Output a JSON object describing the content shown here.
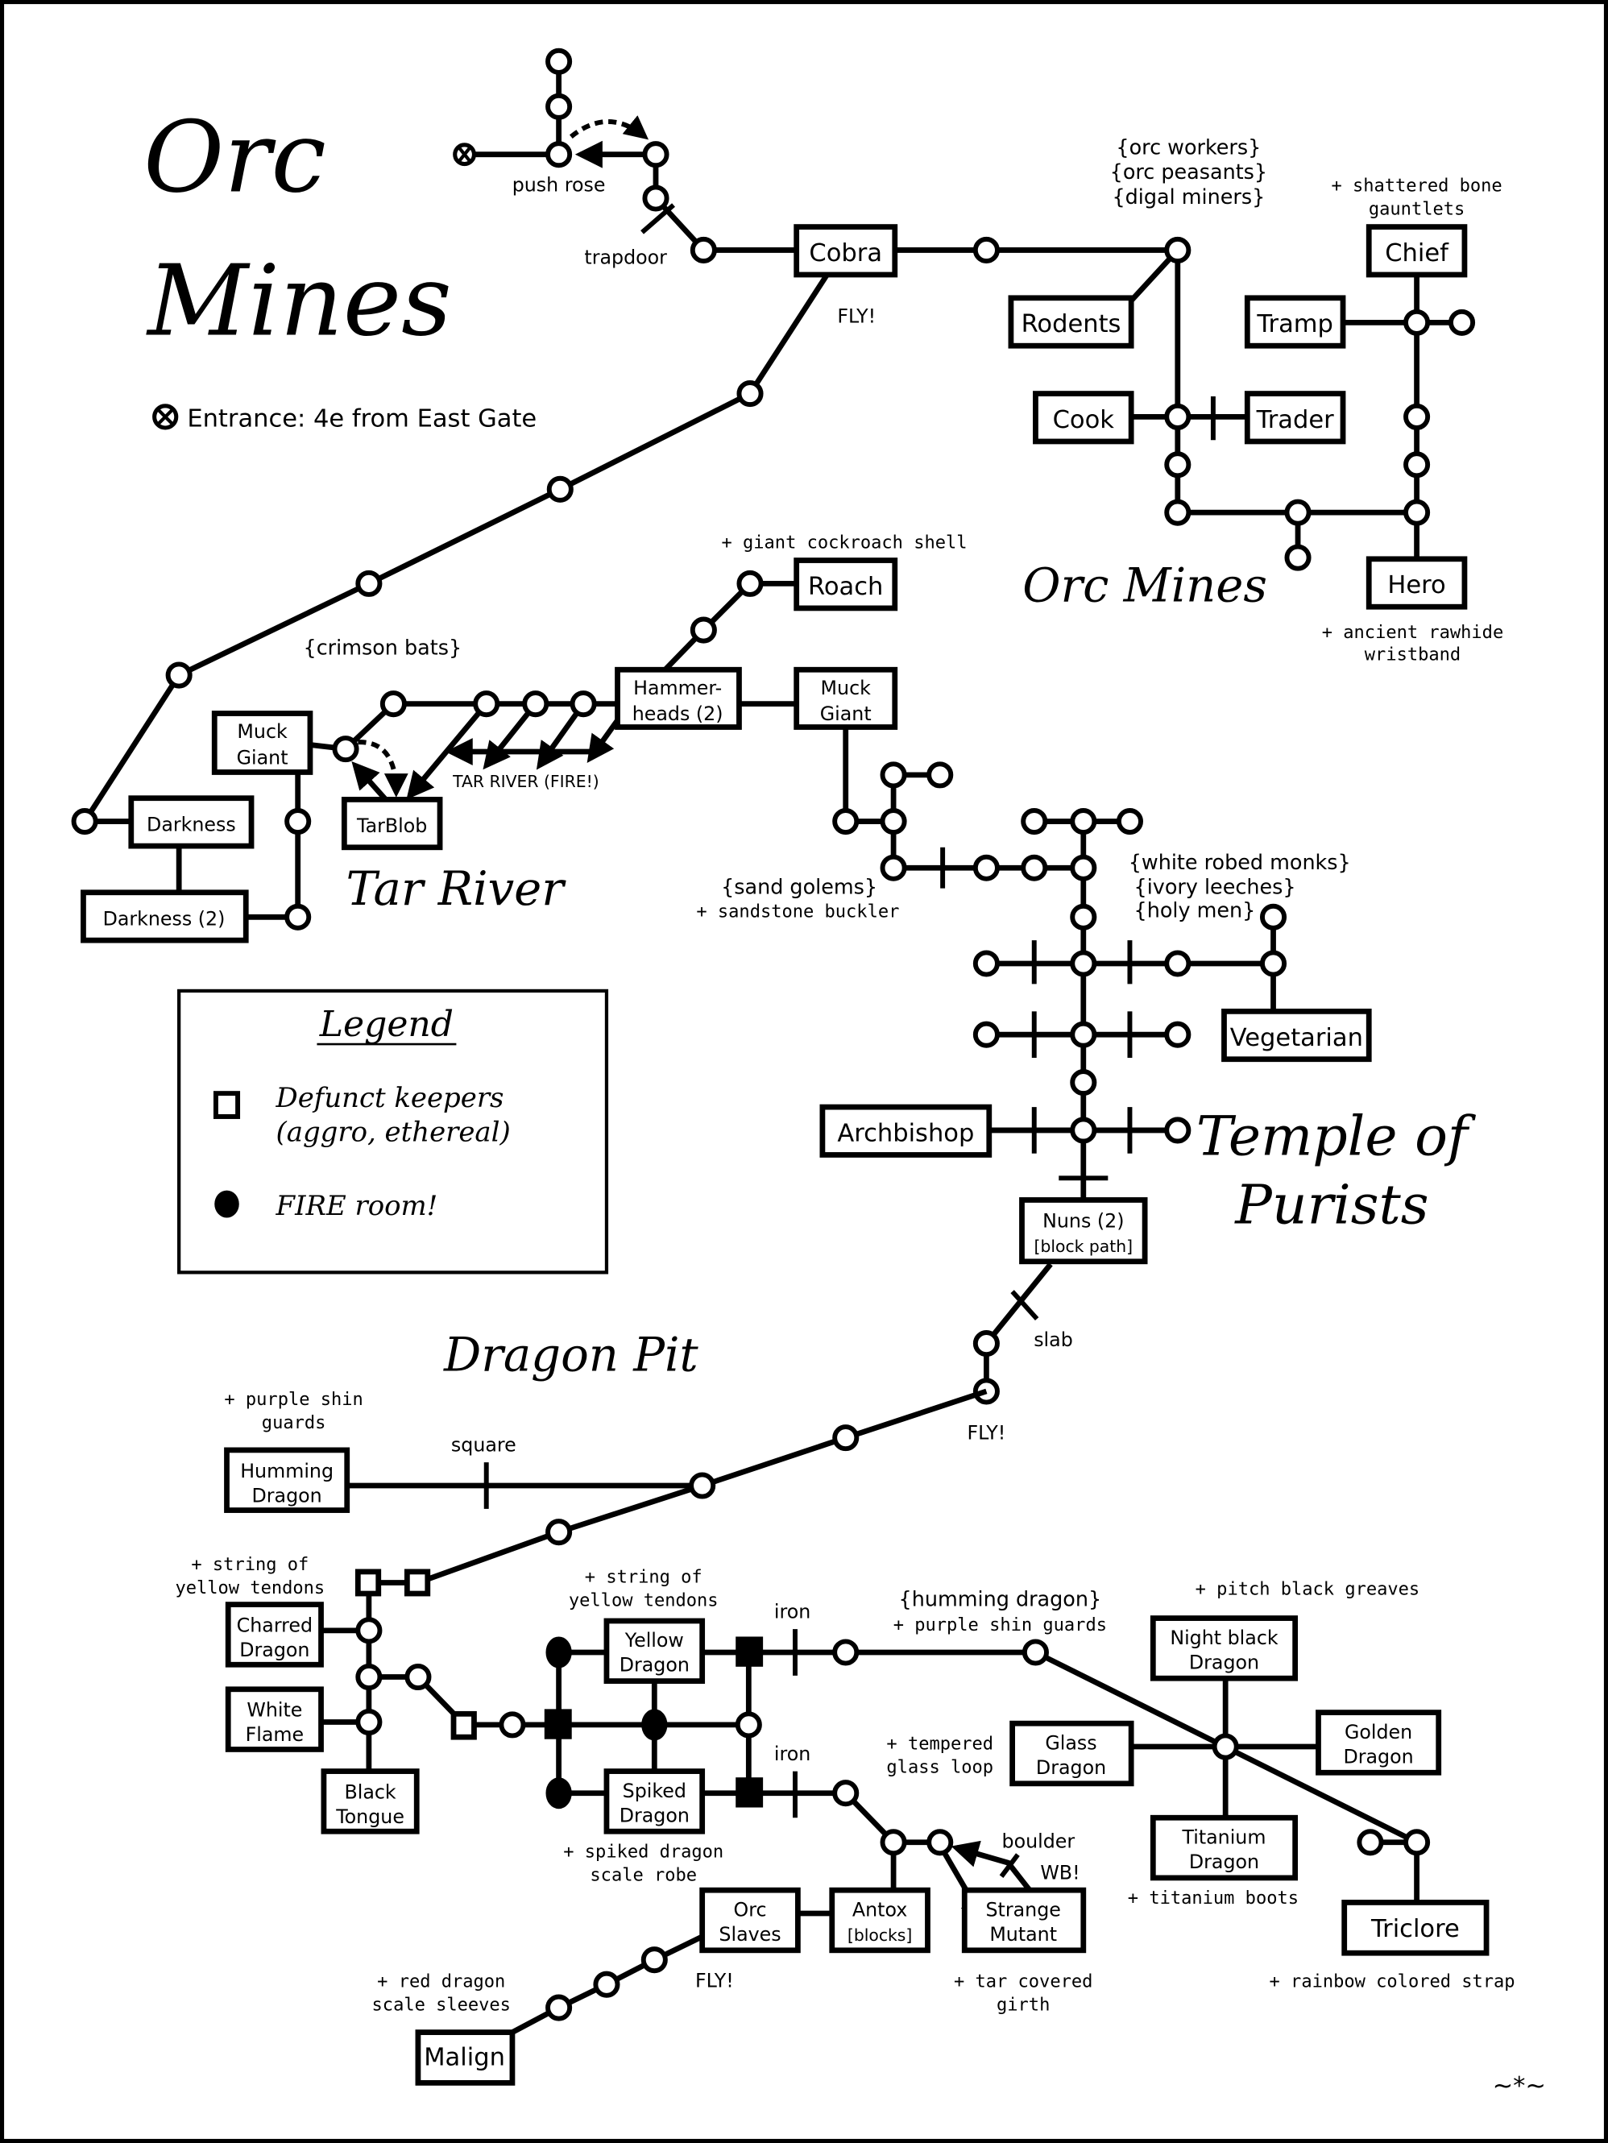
{
  "title": {
    "line1": "Orc",
    "line2": "Mines"
  },
  "entrance": {
    "icon": "entrance-x-circle-icon",
    "text": "Entrance: 4e from East Gate"
  },
  "area_titles": {
    "orc_mines": "Orc Mines",
    "tar_river": "Tar River",
    "temple": {
      "line1": "Temple of",
      "line2": "Purists"
    },
    "dragon_pit": "Dragon Pit"
  },
  "legend": {
    "title": "Legend",
    "items": [
      {
        "icon": "hollow-square-icon",
        "line1": "Defunct keepers",
        "line2": "(aggro, ethereal)"
      },
      {
        "icon": "filled-circle-icon",
        "line1": "FIRE room!",
        "line2": ""
      }
    ]
  },
  "path_labels": {
    "push_rose": "push rose",
    "trapdoor": "trapdoor",
    "fly_cobra": "FLY!",
    "tar_river_fire": "TAR RIVER (FIRE!)",
    "slab": "slab",
    "fly_dragon": "FLY!",
    "square": "square",
    "iron1": "iron",
    "iron2": "iron",
    "boulder": "boulder",
    "wb": "WB!",
    "fly_slaves": "FLY!"
  },
  "groups": {
    "orc_workers": [
      "{orc workers}",
      "{orc peasants}",
      "{digal miners}"
    ],
    "crimson_bats": "{crimson bats}",
    "sand_golems": "{sand golems}",
    "monks": [
      "{white robed monks}",
      "{ivory leeches}",
      "{holy men}"
    ],
    "humming_dragon": "{humming dragon}"
  },
  "loot_notes": {
    "chief": [
      "+ shattered bone",
      "gauntlets"
    ],
    "hero": [
      "+ ancient rawhide",
      "wristband"
    ],
    "roach": "+ giant cockroach shell",
    "sand_golems": "+ sandstone buckler",
    "humming_dragon": [
      "+ purple shin",
      "guards"
    ],
    "charred": [
      "+ string of",
      "yellow tendons"
    ],
    "yellow_dragon": [
      "+ string of",
      "yellow tendons"
    ],
    "humming_path": "+ purple shin guards",
    "night_black": "+ pitch black greaves",
    "glass": [
      "+ tempered",
      "glass loop"
    ],
    "spiked": [
      "+ spiked dragon",
      "scale robe"
    ],
    "titanium": "+ titanium boots",
    "malign": [
      "+ red dragon",
      "scale sleeves"
    ],
    "strange_mutant": [
      "+ tar covered",
      "girth"
    ],
    "triclore": "+ rainbow colored strap"
  },
  "mobs": {
    "cobra": [
      "Cobra"
    ],
    "rodents": [
      "Rodents"
    ],
    "cook": [
      "Cook"
    ],
    "trader": [
      "Trader"
    ],
    "chief": [
      "Chief"
    ],
    "tramp": [
      "Tramp"
    ],
    "hero": [
      "Hero"
    ],
    "roach": [
      "Roach"
    ],
    "hammerheads": [
      "Hammer-",
      "heads (2)"
    ],
    "muck_giant_east": [
      "Muck",
      "Giant"
    ],
    "muck_giant_west": [
      "Muck",
      "Giant"
    ],
    "tarblob": [
      "TarBlob"
    ],
    "darkness": [
      "Darkness"
    ],
    "darkness2": [
      "Darkness (2)"
    ],
    "vegetarian": [
      "Vegetarian"
    ],
    "archbishop": [
      "Archbishop"
    ],
    "nuns": [
      "Nuns (2)",
      "[block path]"
    ],
    "humming_dragon": [
      "Humming",
      "Dragon"
    ],
    "charred_dragon": [
      "Charred",
      "Dragon"
    ],
    "white_flame": [
      "White",
      "Flame"
    ],
    "black_tongue": [
      "Black",
      "Tongue"
    ],
    "yellow_dragon": [
      "Yellow",
      "Dragon"
    ],
    "spiked_dragon": [
      "Spiked",
      "Dragon"
    ],
    "night_black_dragon": [
      "Night black",
      "Dragon"
    ],
    "glass_dragon": [
      "Glass",
      "Dragon"
    ],
    "golden_dragon": [
      "Golden",
      "Dragon"
    ],
    "titanium_dragon": [
      "Titanium",
      "Dragon"
    ],
    "triclore": [
      "Triclore"
    ],
    "orc_slaves": [
      "Orc",
      "Slaves"
    ],
    "antox": [
      "Antox",
      "[blocks]"
    ],
    "strange_mutant": [
      "Strange",
      "Mutant"
    ],
    "malign": [
      "Malign"
    ]
  },
  "signature": "~*~"
}
